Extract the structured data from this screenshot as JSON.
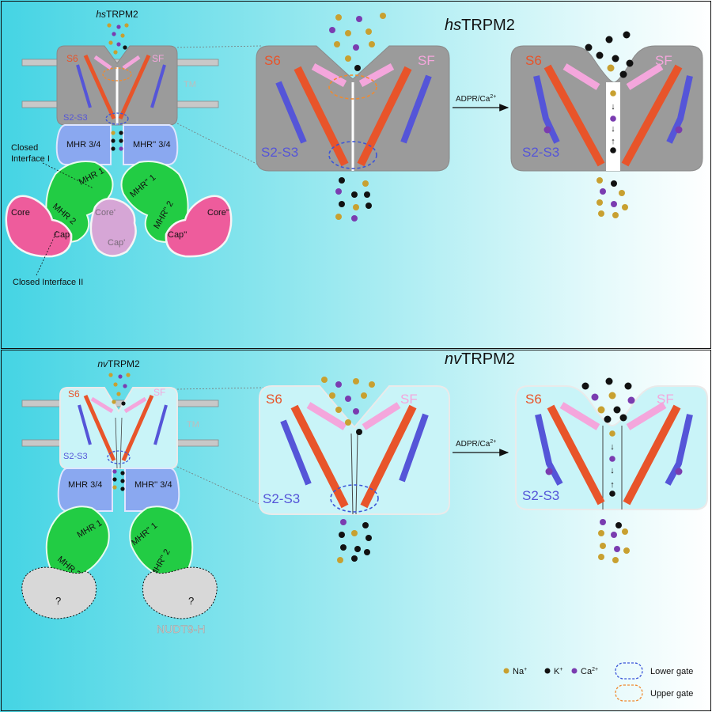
{
  "top": {
    "heading_prefix": "hs",
    "heading_suffix": "TRPM2",
    "mini_prefix": "hs",
    "mini_suffix": "TRPM2",
    "labels": {
      "s6": "S6",
      "sf": "SF",
      "s2s3": "S2-S3",
      "tm": "TM",
      "mhr34": "MHR 3/4",
      "mhr34pp": "MHR'' 3/4",
      "mhr1": "MHR 1",
      "mhr1pp": "MHR'' 1",
      "mhr2": "MHR 2",
      "mhr2pp": "MHR'' 2",
      "core": "Core",
      "corep": "Core'",
      "corepp": "Core''",
      "cap": "Cap",
      "capp": "Cap'",
      "cappp": "Cap''",
      "closed_interface_1_line1": "Closed",
      "closed_interface_1_line2": "Interface I",
      "closed_interface_2": "Closed Interface II"
    },
    "arrow_label": "ADPR/Ca",
    "arrow_sup": "2+"
  },
  "bottom": {
    "heading_prefix": "nv",
    "heading_suffix": "TRPM2",
    "mini_prefix": "nv",
    "mini_suffix": "TRPM2",
    "labels": {
      "s6": "S6",
      "sf": "SF",
      "s2s3": "S2-S3",
      "tm": "TM",
      "mhr34": "MHR 3/4",
      "mhr34pp": "MHR'' 3/4",
      "mhr1": "MHR 1",
      "mhr1pp": "MHR'' 1",
      "mhr2": "MHR 2",
      "mhr2pp": "MHR'' 2",
      "unknown": "?",
      "nudt9h": "NUDT9-H"
    },
    "arrow_label": "ADPR/Ca",
    "arrow_sup": "2+"
  },
  "legend": {
    "na": "Na",
    "na_sup": "+",
    "k": "K",
    "k_sup": "+",
    "ca": "Ca",
    "ca_sup": "2+",
    "lower_gate": "Lower gate",
    "upper_gate": "Upper gate"
  },
  "colors": {
    "s6": "#e8542a",
    "sf": "#f4a6dc",
    "s2s3": "#5555d8",
    "tm_gray": "#9b9b9b",
    "tm_light": "#c9f4f8",
    "mhr34": "#8aa8f0",
    "mhr12": "#22cc44",
    "core": "#ee5c9c",
    "core_faded": "#d6a6d6",
    "na_ion": "#c8a030",
    "k_ion": "#111111",
    "ca_ion": "#7a3cb0",
    "lower_gate": "#3b55d8",
    "upper_gate": "#f08a30",
    "nudt9h": "#d8d8d8"
  }
}
